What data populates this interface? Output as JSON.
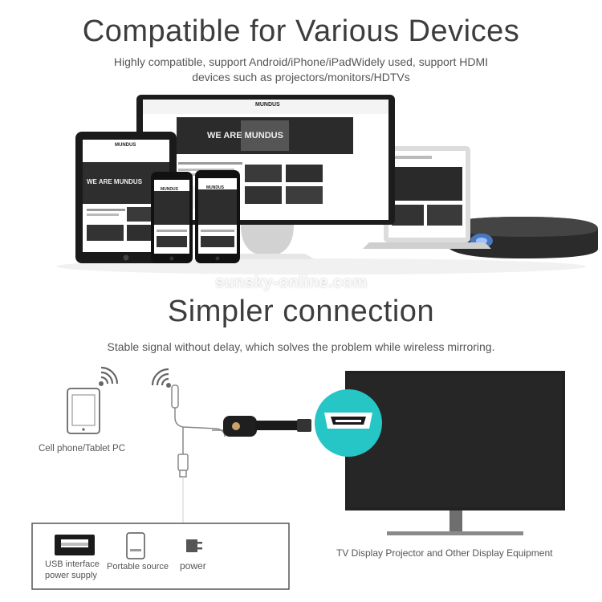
{
  "section1": {
    "title": "Compatible for Various Devices",
    "subtitle_line1": "Highly compatible, support Android/iPhone/iPadWidely used, support HDMI",
    "subtitle_line2": "devices such as projectors/monitors/HDTVs"
  },
  "screens": {
    "brand": "MUNDUS",
    "hero_text": "WE ARE MUNDUS"
  },
  "watermark": "sunsky-online.com",
  "section2": {
    "title": "Simpler connection",
    "subtitle": "Stable signal without delay, which solves the problem while wireless mirroring."
  },
  "labels": {
    "phone_tablet": "Cell phone/Tablet PC",
    "usb_interface": "USB interface",
    "power_supply": "power supply",
    "portable_source": "Portable source",
    "power": "power",
    "tv_display": "TV Display Projector and Other Display Equipment"
  },
  "colors": {
    "accent_cyan": "#26c6c6",
    "text_gray": "#555555",
    "screen_dark": "#1a1a1a"
  }
}
